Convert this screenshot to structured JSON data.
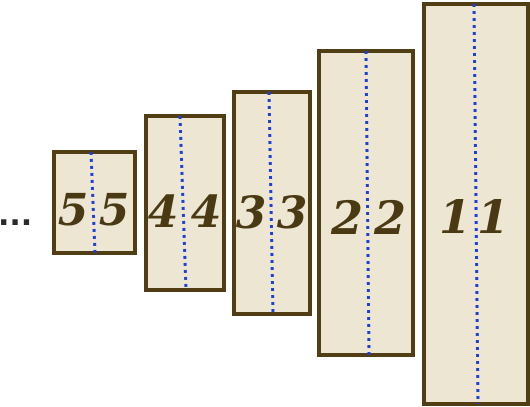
{
  "ellipsis": "...",
  "cards": [
    {
      "left": "5",
      "right": "5"
    },
    {
      "left": "4",
      "right": "4"
    },
    {
      "left": "3",
      "right": "3"
    },
    {
      "left": "2",
      "right": "2"
    },
    {
      "left": "1",
      "right": "1"
    }
  ],
  "colors": {
    "card_fill": "#ece6d3",
    "card_border": "#523e14",
    "fold_line": "#1c3fd6",
    "digit": "#4a3a14"
  }
}
